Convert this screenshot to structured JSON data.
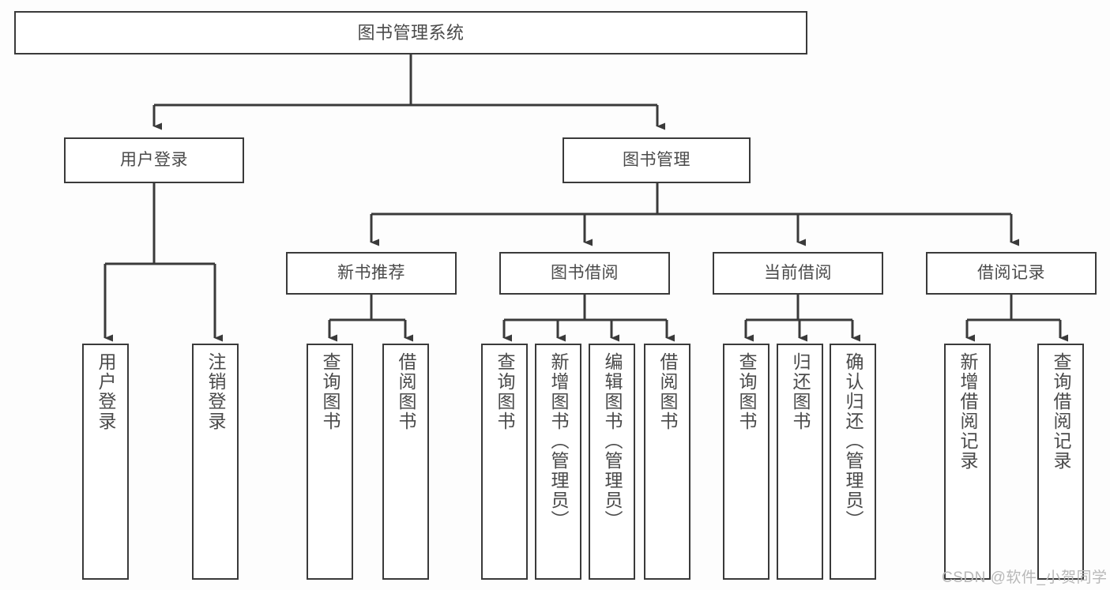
{
  "diagram": {
    "title": "图书管理系统",
    "type": "hierarchy-tree",
    "colors": {
      "background": "#fdfdfd",
      "node_fill": "#ffffff",
      "node_border": "#3a3a3a",
      "connector": "#3a3a3a",
      "label_text": "#4a4a4a",
      "watermark": "#b8b8b8"
    },
    "levels": {
      "root": "图书管理系统",
      "level2": [
        "用户登录",
        "图书管理"
      ],
      "level3": [
        "新书推荐",
        "图书借阅",
        "当前借阅",
        "借阅记录"
      ]
    },
    "nodes": {
      "root": {
        "label": "图书管理系统"
      },
      "user_login": {
        "label": "用户登录"
      },
      "book_manage": {
        "label": "图书管理"
      },
      "new_book_rec": {
        "label": "新书推荐"
      },
      "book_borrow": {
        "label": "图书借阅"
      },
      "current_borrow": {
        "label": "当前借阅"
      },
      "borrow_record": {
        "label": "借阅记录"
      },
      "leaf_user_login": {
        "label": "用户登录"
      },
      "leaf_logout": {
        "label": "注销登录"
      },
      "leaf_query_book_1": {
        "label": "查询图书"
      },
      "leaf_borrow_book_1": {
        "label": "借阅图书"
      },
      "leaf_query_book_2": {
        "label": "查询图书"
      },
      "leaf_add_book": {
        "label": "新增图书（管理员）"
      },
      "leaf_edit_book": {
        "label": "编辑图书（管理员）"
      },
      "leaf_borrow_book_2": {
        "label": "借阅图书"
      },
      "leaf_query_book_3": {
        "label": "查询图书"
      },
      "leaf_return_book": {
        "label": "归还图书"
      },
      "leaf_confirm_return": {
        "label": "确认归还（管理员）"
      },
      "leaf_add_record": {
        "label": "新增借阅记录"
      },
      "leaf_query_record": {
        "label": "查询借阅记录"
      }
    },
    "edges": [
      {
        "from": "root",
        "to": "user_login"
      },
      {
        "from": "root",
        "to": "book_manage"
      },
      {
        "from": "user_login",
        "to": "leaf_user_login"
      },
      {
        "from": "user_login",
        "to": "leaf_logout"
      },
      {
        "from": "book_manage",
        "to": "new_book_rec"
      },
      {
        "from": "book_manage",
        "to": "book_borrow"
      },
      {
        "from": "book_manage",
        "to": "current_borrow"
      },
      {
        "from": "book_manage",
        "to": "borrow_record"
      },
      {
        "from": "new_book_rec",
        "to": "leaf_query_book_1"
      },
      {
        "from": "new_book_rec",
        "to": "leaf_borrow_book_1"
      },
      {
        "from": "book_borrow",
        "to": "leaf_query_book_2"
      },
      {
        "from": "book_borrow",
        "to": "leaf_add_book"
      },
      {
        "from": "book_borrow",
        "to": "leaf_edit_book"
      },
      {
        "from": "book_borrow",
        "to": "leaf_borrow_book_2"
      },
      {
        "from": "current_borrow",
        "to": "leaf_query_book_3"
      },
      {
        "from": "current_borrow",
        "to": "leaf_return_book"
      },
      {
        "from": "current_borrow",
        "to": "leaf_confirm_return"
      },
      {
        "from": "borrow_record",
        "to": "leaf_add_record"
      },
      {
        "from": "borrow_record",
        "to": "leaf_query_record"
      }
    ]
  },
  "watermark": {
    "text": "CSDN @软件_小贺同学"
  }
}
